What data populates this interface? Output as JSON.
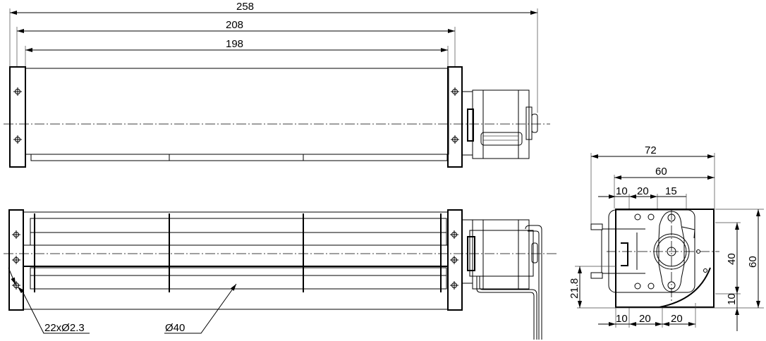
{
  "drawing": {
    "top_view": {
      "dim_overall": "258",
      "dim_mount": "208",
      "dim_body": "198"
    },
    "front_view": {
      "holes_callout": "22xØ2.3",
      "diameter_callout": "Ø40"
    },
    "side_view": {
      "dim_width_overall": "72",
      "dim_width_frame": "60",
      "dim_top_a": "10",
      "dim_top_b": "20",
      "dim_top_c": "15",
      "dim_bottom_a": "10",
      "dim_bottom_b": "20",
      "dim_bottom_c": "20",
      "dim_height": "60",
      "dim_holes": "40",
      "dim_bottom_offset": "10",
      "dim_axis_height": "21.8"
    }
  }
}
